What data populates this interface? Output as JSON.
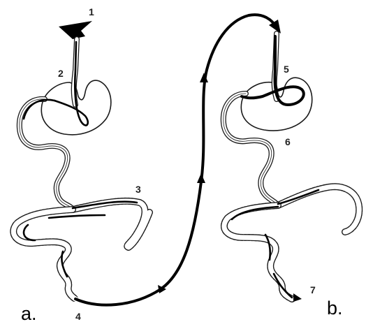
{
  "panels": {
    "a": {
      "label": "a."
    },
    "b": {
      "label": "b."
    }
  },
  "markers": [
    "1",
    "2",
    "3",
    "4",
    "5",
    "6",
    "7"
  ],
  "colors": {
    "ink": "#000000",
    "paper": "#ffffff"
  }
}
